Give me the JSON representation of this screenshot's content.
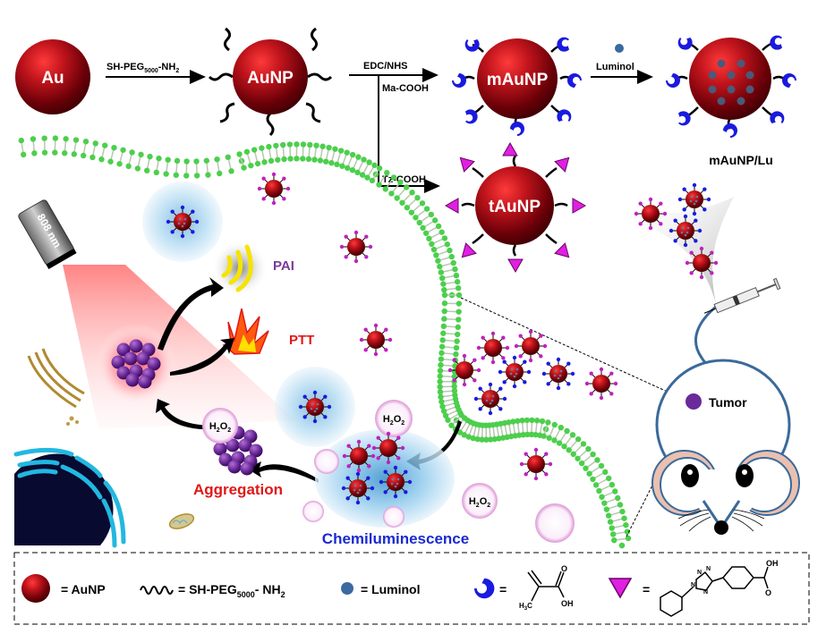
{
  "synthesis": {
    "au_label": "Au",
    "step1_reagent_main": "SH-PEG",
    "step1_reagent_sub": "5000",
    "step1_reagent_tail": "-NH",
    "step1_reagent_tail_sub": "2",
    "aunp_label": "AuNP",
    "step2_reagent_top": "EDC/NHS",
    "step2_branch_ma": "Ma-COOH",
    "step2_branch_tz": "Tz-COOH",
    "maunp_label": "mAuNP",
    "step3_reagent": "Luminol",
    "maunp_lu_label": "mAuNP/Lu",
    "taunp_label": "tAuNP"
  },
  "cell": {
    "laser_label": "808 nm",
    "pai_label": "PAI",
    "ptt_label": "PTT",
    "aggregation_label": "Aggregation",
    "chemiluminescence_label": "Chemiluminescence",
    "h2o2_main": "H",
    "h2o2_sub": "2",
    "h2o2_o": "O",
    "h2o2_sub2": "2"
  },
  "mouse": {
    "tumor_label": "Tumor"
  },
  "legend": {
    "aunp_eq": "= AuNP",
    "peg_eq_main": "= SH-PEG",
    "peg_eq_sub": "5000",
    "peg_eq_tail": "- NH",
    "peg_eq_tail_sub": "2",
    "luminol_eq": "=  Luminol",
    "ma_eq": "=",
    "ma_h3c": "H",
    "ma_h3c_sub": "3",
    "ma_h3c_c": "C",
    "ma_o": "O",
    "ma_oh": "OH",
    "tz_eq": "=",
    "tz_n": "N",
    "tz_oh": "OH",
    "tz_o": "O"
  },
  "colors": {
    "gold_red": "#c0141c",
    "ligand_blue": "#1a1ae0",
    "ligand_magenta": "#e020e0",
    "lipid_green": "#4ccf4c",
    "pai_purple": "#7a3a9a",
    "ptt_red": "#e01818",
    "chemi_blue": "#1a2ad0",
    "mouse_outline": "#3a6a9a",
    "tumor_purple": "#6a2a9a",
    "luminol_blue": "#3a6aa0"
  }
}
